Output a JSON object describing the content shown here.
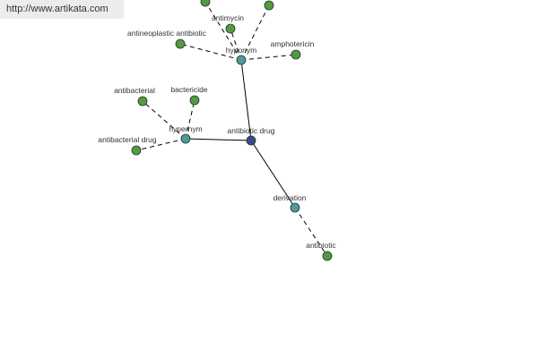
{
  "watermark": {
    "url_text": "http://www.artikata.com"
  },
  "colors": {
    "leaf_node": "#559944",
    "relation_node": "#4e9aa0",
    "center_node": "#3a4a90",
    "edge": "#000000"
  },
  "graph": {
    "center": {
      "id": "center",
      "label": "antibiotic drug",
      "kind": "center"
    },
    "relations": [
      {
        "id": "rel_hyponym",
        "label": "hyponym",
        "kind": "relation"
      },
      {
        "id": "rel_hypernym",
        "label": "hypernym",
        "kind": "relation"
      },
      {
        "id": "rel_derivation",
        "label": "derivation",
        "kind": "relation"
      }
    ],
    "leaves": [
      {
        "id": "leaf_top1",
        "label": "",
        "relation": "rel_hyponym"
      },
      {
        "id": "leaf_top2",
        "label": "",
        "relation": "rel_hyponym"
      },
      {
        "id": "leaf_antimycin",
        "label": "antimycin",
        "relation": "rel_hyponym"
      },
      {
        "id": "leaf_antineoplastic",
        "label": "antineoplastic antibiotic",
        "relation": "rel_hyponym"
      },
      {
        "id": "leaf_amphotericin",
        "label": "amphotericin",
        "relation": "rel_hyponym"
      },
      {
        "id": "leaf_antibacterial",
        "label": "antibacterial",
        "relation": "rel_hypernym"
      },
      {
        "id": "leaf_bactericide",
        "label": "bactericide",
        "relation": "rel_hypernym"
      },
      {
        "id": "leaf_antibacterial_drug",
        "label": "antibacterial drug",
        "relation": "rel_hypernym"
      },
      {
        "id": "leaf_antibiotic",
        "label": "antibiotic",
        "relation": "rel_derivation"
      }
    ]
  }
}
